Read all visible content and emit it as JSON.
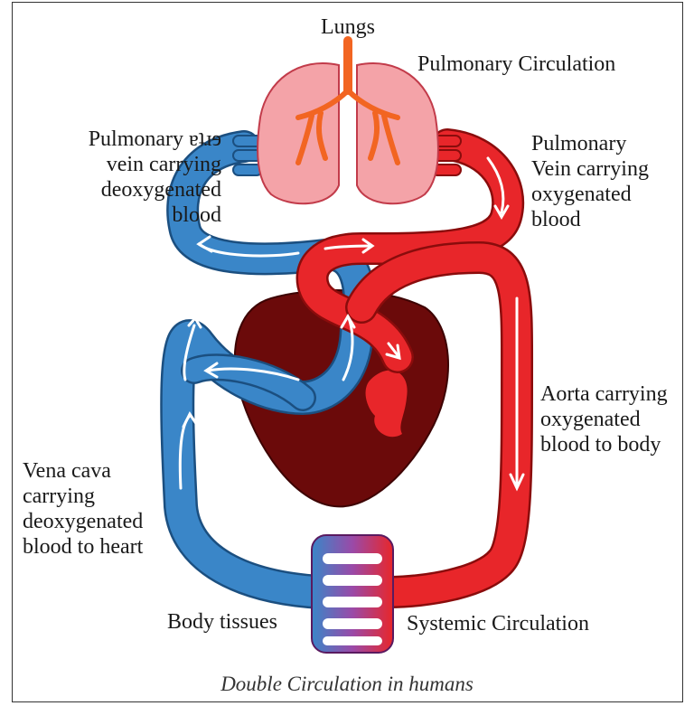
{
  "labels": {
    "lungs": "Lungs",
    "pulmonary_circulation": "Pulmonary Circulation",
    "pulmonary_artery_left": "Pulmonary ɐʇɹɘ\n vein carrying\ndeoxygenated\nblood",
    "pulmonary_vein_right": "Pulmonary\nVein carrying\noxygenated\nblood",
    "aorta": "Aorta carrying\noxygenated\nblood to body",
    "vena_cava": "Vena cava\ncarrying\ndeoxygenated\nblood to heart",
    "body_tissues": "Body tissues",
    "systemic_circulation": "Systemic Circulation"
  },
  "caption": "Double Circulation in humans",
  "colors": {
    "deoxygenated": "#3a86c8",
    "oxygenated": "#e8262a",
    "heart": "#6b0a0a",
    "lungs": "#f4a3a8",
    "trachea": "#f26522"
  }
}
